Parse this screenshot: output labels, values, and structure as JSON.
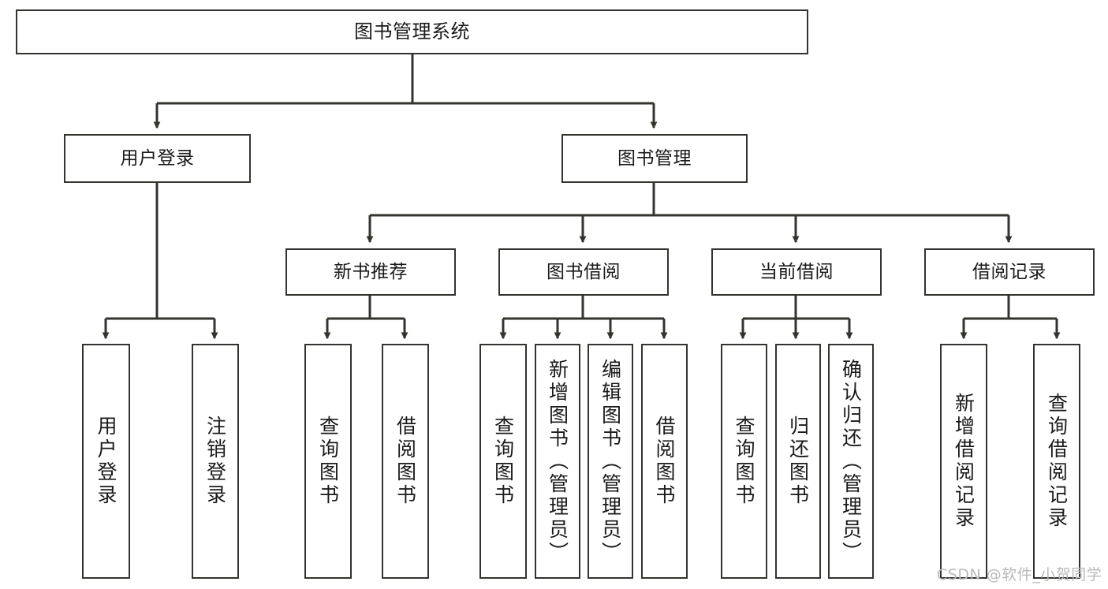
{
  "diagram": {
    "type": "tree-hierarchy-chart",
    "title": "图书管理系统",
    "edge_color": "#33332f",
    "box_border_color": "#33332f",
    "box_fill_color": "#ffffff",
    "text_color": "#1a1a1a"
  },
  "nodes": {
    "root": {
      "label": "图书管理系统"
    },
    "level2": [
      {
        "id": "user-login",
        "label": "用户登录"
      },
      {
        "id": "book-manage",
        "label": "图书管理"
      }
    ],
    "level3": [
      {
        "id": "new-book-recommend",
        "label": "新书推荐"
      },
      {
        "id": "book-borrow",
        "label": "图书借阅"
      },
      {
        "id": "current-borrow",
        "label": "当前借阅"
      },
      {
        "id": "borrow-record",
        "label": "借阅记录"
      }
    ],
    "leaves": {
      "user-login": [
        {
          "id": "leaf-user-login",
          "label": "用户登录"
        },
        {
          "id": "leaf-logout-login",
          "label": "注销登录"
        }
      ],
      "new-book-recommend": [
        {
          "id": "leaf-query-book-1",
          "label": "查询图书"
        },
        {
          "id": "leaf-borrow-book-1",
          "label": "借阅图书"
        }
      ],
      "book-borrow": [
        {
          "id": "leaf-query-book-2",
          "label": "查询图书"
        },
        {
          "id": "leaf-add-book",
          "label": "新增图书（管理员）"
        },
        {
          "id": "leaf-edit-book",
          "label": "编辑图书（管理员）"
        },
        {
          "id": "leaf-borrow-book-2",
          "label": "借阅图书"
        }
      ],
      "current-borrow": [
        {
          "id": "leaf-query-book-3",
          "label": "查询图书"
        },
        {
          "id": "leaf-return-book",
          "label": "归还图书"
        },
        {
          "id": "leaf-confirm-return",
          "label": "确认归还（管理员）"
        }
      ],
      "borrow-record": [
        {
          "id": "leaf-add-record",
          "label": "新增借阅记录"
        },
        {
          "id": "leaf-query-record",
          "label": "查询借阅记录"
        }
      ]
    }
  },
  "watermark": {
    "text": "CSDN @软件_小贺同学"
  }
}
